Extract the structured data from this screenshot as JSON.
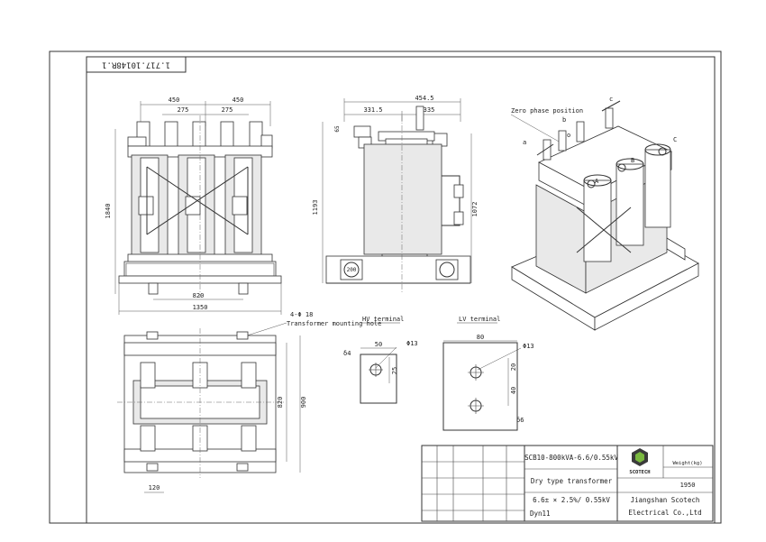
{
  "drawing_number": "1.717.10148R.1",
  "front_view": {
    "dim_left_half": "450",
    "dim_right_half": "450",
    "dim_inner_left": "275",
    "dim_inner_right": "275",
    "dim_height": "1840",
    "dim_wheel_gauge": "820",
    "dim_overall_width": "1350"
  },
  "side_view": {
    "dim_total": "454.5",
    "dim_left": "331.5",
    "dim_right": "335",
    "dim_top": "65",
    "dim_height": "1193",
    "dim_core_height": "1072",
    "dim_wheel": "200"
  },
  "iso_view": {
    "zero_phase_label": "Zero phase position",
    "lv_labels": [
      "a",
      "b",
      "c",
      "o"
    ],
    "hv_labels": [
      "A",
      "B",
      "C"
    ]
  },
  "plan_view": {
    "mount_hole_spec": "4-Φ 18",
    "mount_hole_label": "Transformer mounting hole",
    "dim_depth_inner": "820",
    "dim_depth_total": "900",
    "dim_bottom": "120"
  },
  "hv_terminal": {
    "title": "HV terminal",
    "thickness": "δ4",
    "dim_width": "50",
    "hole": "Φ13",
    "dim_hole": "25"
  },
  "lv_terminal": {
    "title": "LV terminal",
    "dim_width": "80",
    "hole": "Φ13",
    "dim_top": "20",
    "dim_spacing": "40",
    "thickness": "δ6"
  },
  "title_block": {
    "model": "SCB10-800kVA-6.6/0.55kV",
    "product": "Dry type transformer",
    "ratio": "6.6± × 2.5%/ 0.55kV",
    "vector_group": "Dyn11",
    "logo_text": "SCOTECH",
    "weight_label": "Weight(kg)",
    "weight_value": "1950",
    "company_line1": "Jiangshan Scotech",
    "company_line2": "Electrical Co.,Ltd"
  }
}
